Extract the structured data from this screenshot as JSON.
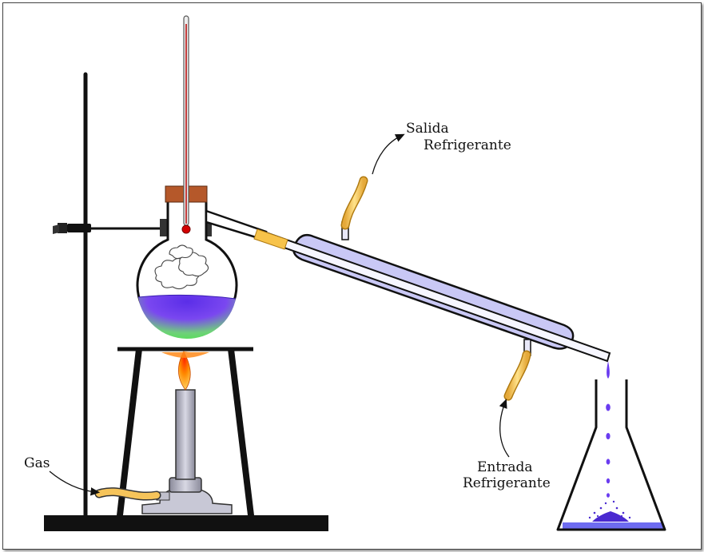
{
  "labels": {
    "salida_line1": "Salida",
    "salida_line2": "Refrigerante",
    "entrada_line1": "Entrada",
    "entrada_line2": "Refrigerante",
    "gas": "Gas"
  },
  "colors": {
    "liquid": "#7b3cf0",
    "liquid_bottom": "#6be36b",
    "condenser_jacket": "#c9c8f5",
    "hose": "#f6c45a",
    "stopper": "#b5582a",
    "flame": "#ff7a00",
    "burner": "#b0b0c0",
    "iron": "#111111"
  },
  "icons": [
    "stand-clamp-icon",
    "thermometer-icon",
    "flame-icon",
    "drop-icon"
  ]
}
